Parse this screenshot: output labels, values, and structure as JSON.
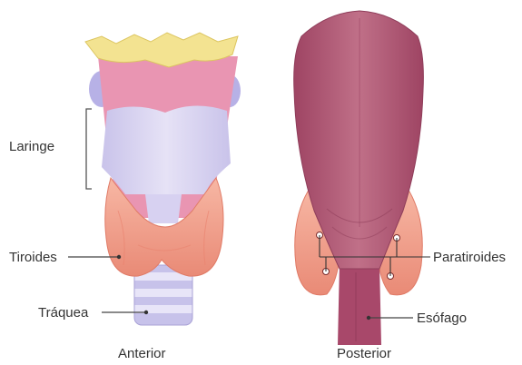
{
  "labels": {
    "larynx": "Laringe",
    "thyroid": "Tiroides",
    "trachea": "Tráquea",
    "parathyroids": "Paratiroides",
    "esophagus": "Esófago"
  },
  "views": {
    "anterior": "Anterior",
    "posterior": "Posterior"
  },
  "colors": {
    "hyoid": "#f2e08c",
    "cartilage": "#d8d2ee",
    "pink": "#e58aa8",
    "thyroid": "#f0a08e",
    "thyroid_dark": "#e2735f",
    "pharynx": "#b65c77",
    "pharynx_dark": "#8f3d5a",
    "parathyroid": "#ffffff",
    "leader": "#444444"
  }
}
